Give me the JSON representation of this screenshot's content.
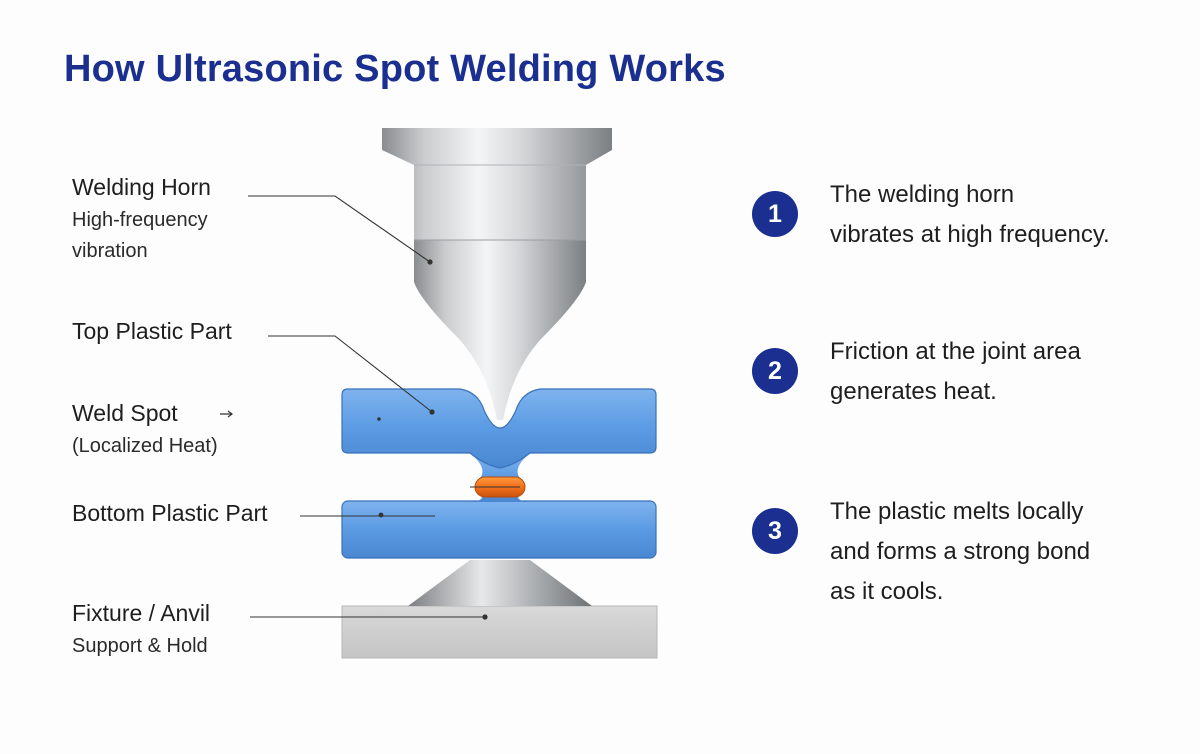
{
  "title": "How Ultrasonic Spot Welding Works",
  "labels": [
    {
      "name": "welding-horn",
      "main": "Welding Horn",
      "sub": [
        "High-frequency",
        "vibration"
      ]
    },
    {
      "name": "top-plastic-part",
      "main": "Top Plastic Part",
      "sub": []
    },
    {
      "name": "weld-spot",
      "main": "Weld Spot",
      "sub": [
        "(Localized Heat)"
      ]
    },
    {
      "name": "bottom-plastic-part",
      "main": "Bottom Plastic Part",
      "sub": []
    },
    {
      "name": "fixture-anvil",
      "main": "Fixture / Anvil",
      "sub": [
        "Support & Hold"
      ]
    }
  ],
  "steps": [
    {
      "number": "1",
      "lines": [
        "The welding horn",
        "vibrates at high frequency."
      ]
    },
    {
      "number": "2",
      "lines": [
        "Friction at the joint area",
        "generates heat."
      ]
    },
    {
      "number": "3",
      "lines": [
        "The plastic melts locally",
        "and forms a strong bond",
        "as it cools."
      ]
    }
  ],
  "colors": {
    "title": "#1a2f8f",
    "badge": "#1a2f8f",
    "plastic": "#5b9be3",
    "weld": "#f07a1f",
    "metal": "#a8aaac",
    "anvil": "#cfcfcf"
  }
}
